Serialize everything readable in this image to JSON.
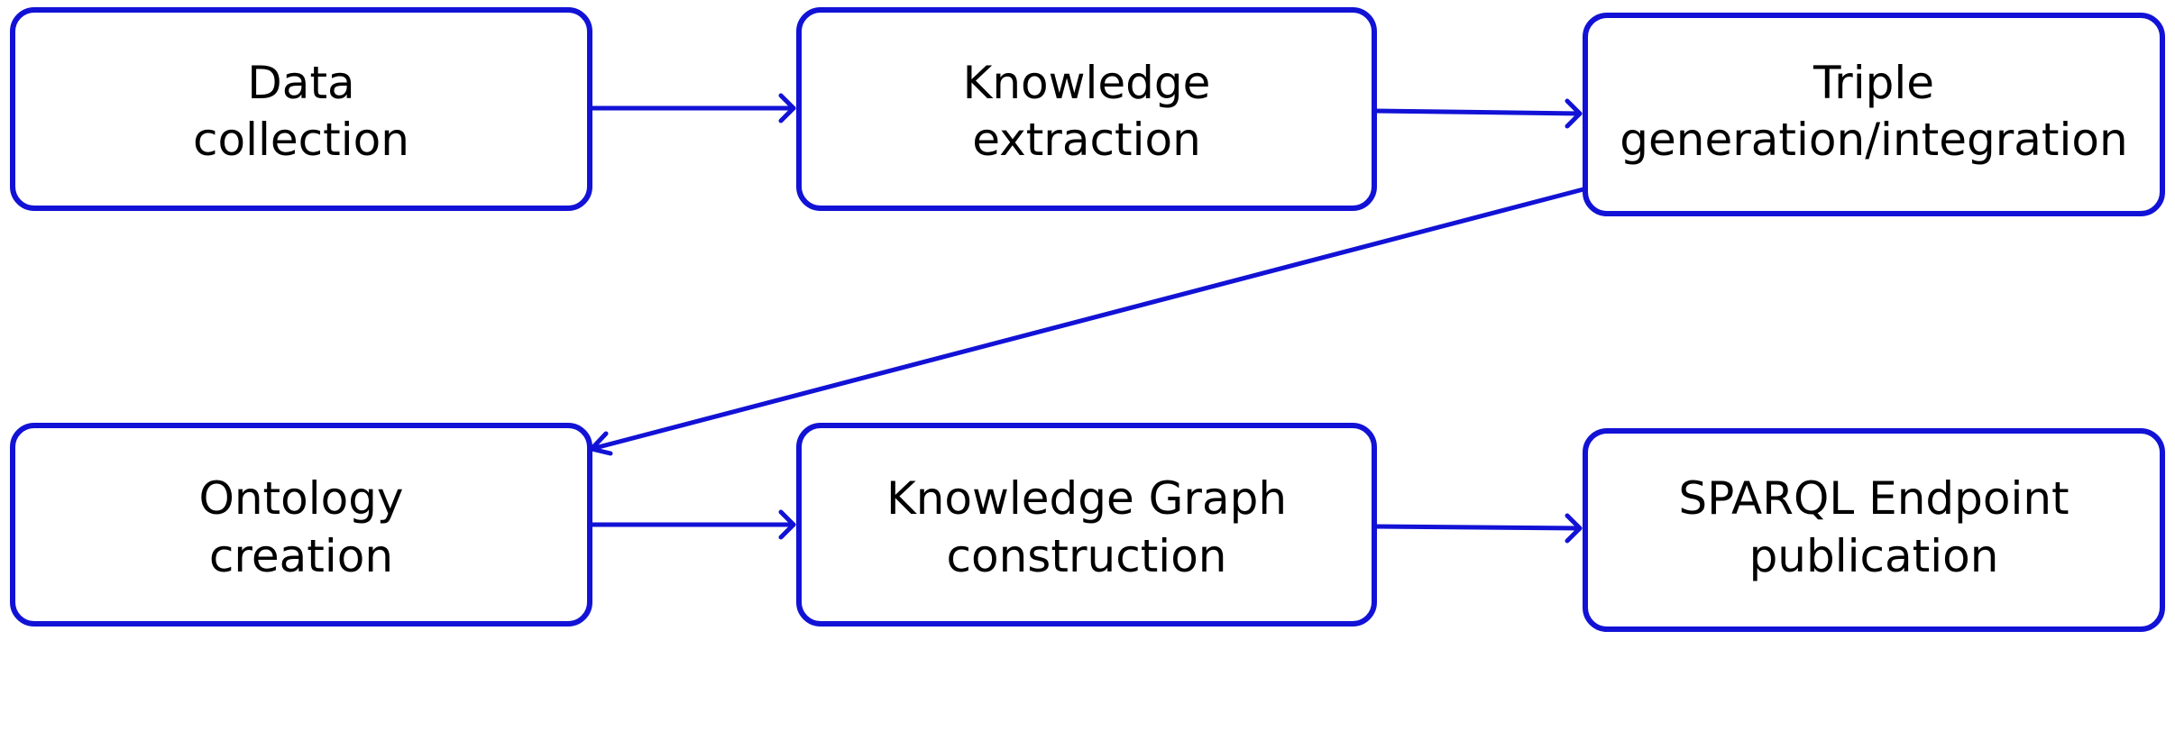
{
  "colors": {
    "accent": "#1212d6",
    "text": "#000000",
    "background": "#ffffff"
  },
  "nodes": [
    {
      "id": "data-collection",
      "label": [
        "Data",
        "collection"
      ]
    },
    {
      "id": "knowledge-extraction",
      "label": [
        "Knowledge",
        "extraction"
      ]
    },
    {
      "id": "triple-generation",
      "label": [
        "Triple",
        "generation/integration"
      ]
    },
    {
      "id": "ontology-creation",
      "label": [
        "Ontology",
        "creation"
      ]
    },
    {
      "id": "kg-construction",
      "label": [
        "Knowledge Graph",
        "construction"
      ]
    },
    {
      "id": "sparql-publication",
      "label": [
        "SPARQL Endpoint",
        "publication"
      ]
    }
  ],
  "edges": [
    {
      "from": "data-collection",
      "to": "knowledge-extraction"
    },
    {
      "from": "knowledge-extraction",
      "to": "triple-generation"
    },
    {
      "from": "triple-generation",
      "to": "ontology-creation"
    },
    {
      "from": "ontology-creation",
      "to": "kg-construction"
    },
    {
      "from": "kg-construction",
      "to": "sparql-publication"
    }
  ]
}
